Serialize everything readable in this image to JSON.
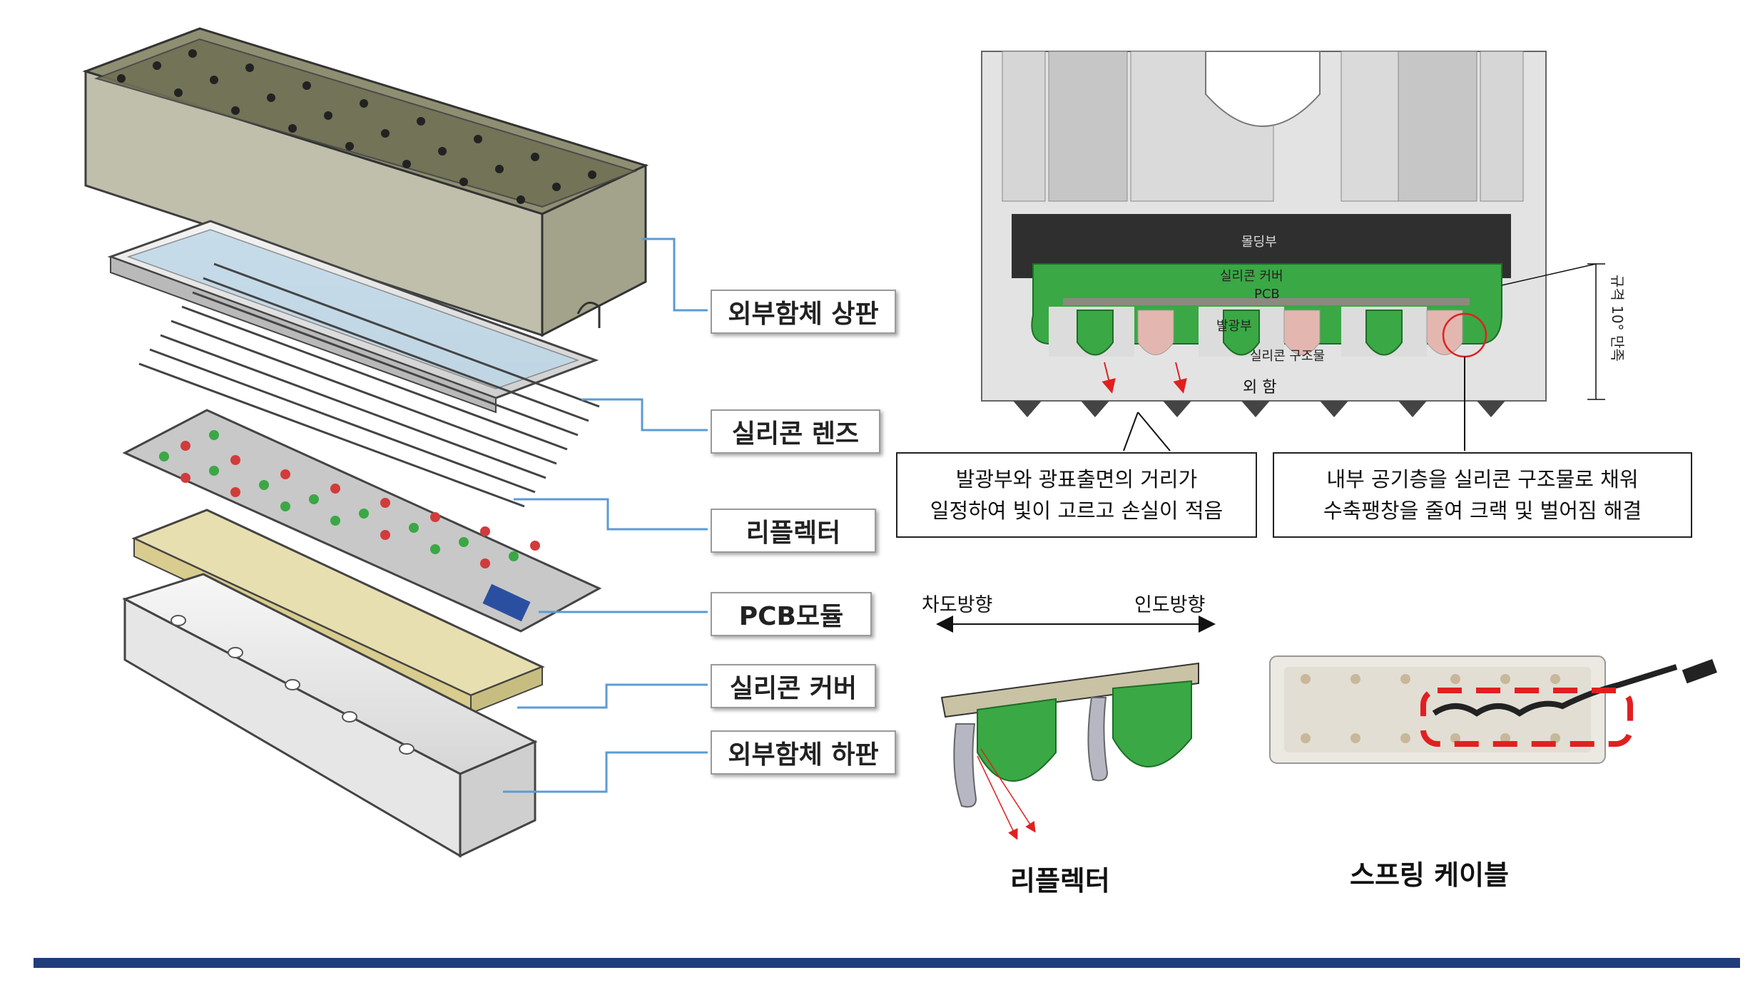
{
  "exploded_labels": [
    "외부함체 상판",
    "실리콘 렌즈",
    "리플렉터",
    "PCB모듈",
    "실리콘 커버",
    "외부함체 하판"
  ],
  "cross_section": {
    "molding": "몰딩부",
    "silicone_cover": "실리콘 커버",
    "pcb": "PCB",
    "emitter": "발광부",
    "silicone_structure": "실리콘 구조물",
    "housing": "외 함",
    "spec": "규격 10° 만족"
  },
  "notes": {
    "left": [
      "발광부와 광표출면의 거리가",
      "일정하여 빛이 고르고 손실이 적음"
    ],
    "right": [
      "내부 공기층을 실리콘 구조물로 채워",
      "수축팽창을 줄여 크랙 및 벌어짐 해결"
    ]
  },
  "reflector_detail": {
    "left_dir": "차도방향",
    "right_dir": "인도방향",
    "caption": "리플렉터"
  },
  "spring_cable": {
    "caption": "스프링 케이블"
  },
  "colors": {
    "accent_line": "#5b9bd5",
    "green": "#3aa845",
    "red_mark": "#e02020",
    "bottom_bar": "#1f3d7a"
  }
}
